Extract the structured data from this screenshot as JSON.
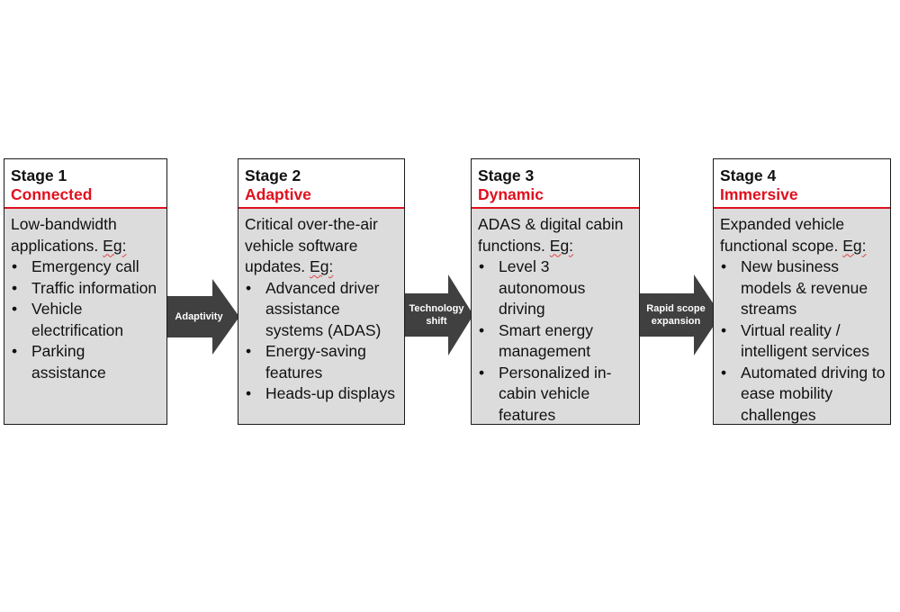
{
  "stages": [
    {
      "number": "Stage 1",
      "name": "Connected",
      "intro": "Low-bandwidth applications.",
      "eg": "Eg:",
      "items": [
        "Emergency call",
        "Traffic information",
        "Vehicle electrification",
        "Parking assistance"
      ]
    },
    {
      "number": "Stage 2",
      "name": "Adaptive",
      "intro": "Critical over-the-air vehicle software updates.",
      "eg": "Eg:",
      "items": [
        "Advanced driver assistance systems (ADAS)",
        "Energy-saving features",
        "Heads-up displays"
      ]
    },
    {
      "number": "Stage 3",
      "name": "Dynamic",
      "intro": "ADAS & digital cabin functions.",
      "eg": "Eg:",
      "items": [
        "Level 3 autonomous driving",
        "Smart energy management",
        "Personalized in-cabin vehicle features"
      ]
    },
    {
      "number": "Stage 4",
      "name": "Immersive",
      "intro": "Expanded vehicle functional scope.",
      "eg": "Eg:",
      "items": [
        "New business models & revenue streams",
        "Virtual reality / intelligent services",
        "Automated driving to ease mobility challenges"
      ]
    }
  ],
  "arrows": [
    {
      "lines": [
        "Adaptivity"
      ]
    },
    {
      "lines": [
        "Technology",
        "shift"
      ]
    },
    {
      "lines": [
        "Rapid scope",
        "expansion"
      ]
    }
  ],
  "colors": {
    "accent": "#e0101e",
    "arrow": "#404040",
    "body_fill": "#dcdcdc",
    "border": "#1a1a1a"
  }
}
